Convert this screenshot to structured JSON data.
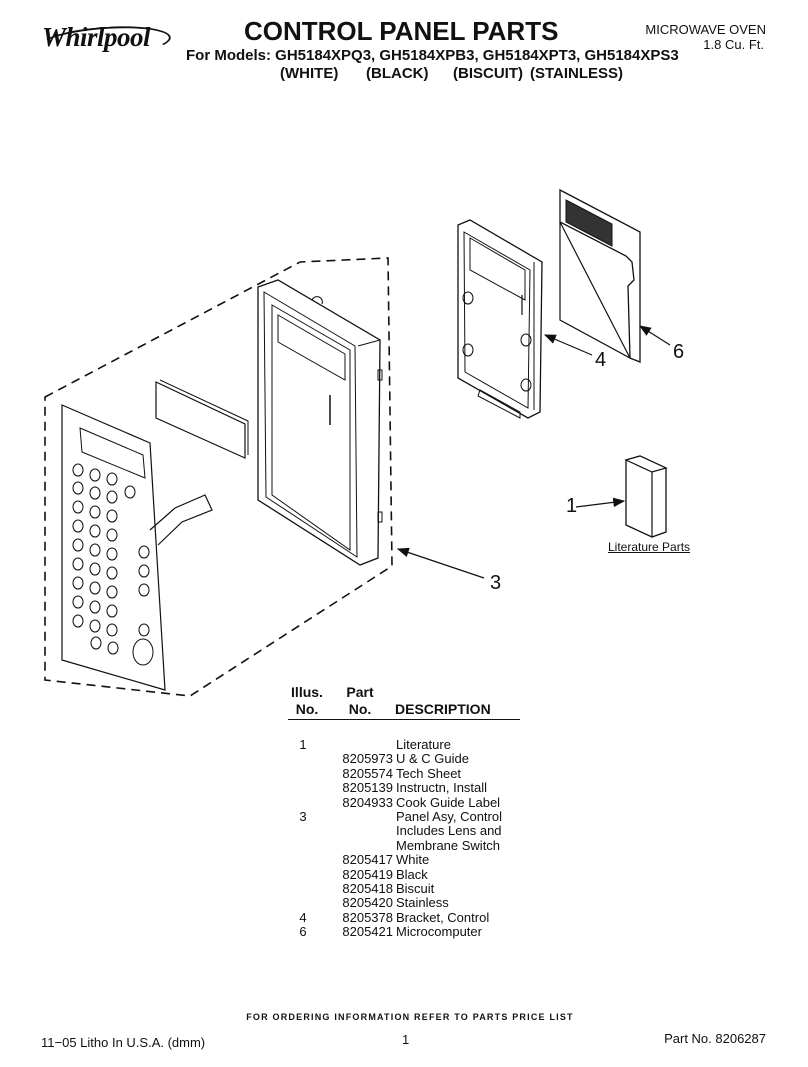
{
  "brand": "Whirlpool",
  "title": "CONTROL PANEL PARTS",
  "models_line": "For Models: GH5184XPQ3, GH5184XPB3, GH5184XPT3, GH5184XPS3",
  "finishes": [
    "(WHITE)",
    "(BLACK)",
    "(BISCUIT)",
    "(STAINLESS)"
  ],
  "product": {
    "name": "MICROWAVE OVEN",
    "size": "1.8 Cu. Ft."
  },
  "callouts": [
    "1",
    "3",
    "4",
    "6"
  ],
  "literature_label": "Literature Parts",
  "table": {
    "headers": {
      "illus_1": "Illus.",
      "illus_2": "No.",
      "part_1": "Part",
      "part_2": "No.",
      "description": "DESCRIPTION"
    },
    "rows": [
      {
        "illus": "1",
        "part": "",
        "desc": "Literature"
      },
      {
        "illus": "",
        "part": "8205973",
        "desc": "U & C Guide"
      },
      {
        "illus": "",
        "part": "8205574",
        "desc": "Tech Sheet"
      },
      {
        "illus": "",
        "part": "8205139",
        "desc": "Instructn, Install"
      },
      {
        "illus": "",
        "part": "8204933",
        "desc": "Cook Guide Label"
      },
      {
        "illus": "3",
        "part": "",
        "desc": "Panel Asy, Control"
      },
      {
        "illus": "",
        "part": "",
        "desc": "Includes Lens and"
      },
      {
        "illus": "",
        "part": "",
        "desc": "Membrane Switch"
      },
      {
        "illus": "",
        "part": "8205417",
        "desc": "White"
      },
      {
        "illus": "",
        "part": "8205419",
        "desc": "Black"
      },
      {
        "illus": "",
        "part": "8205418",
        "desc": "Biscuit"
      },
      {
        "illus": "",
        "part": "8205420",
        "desc": "Stainless"
      },
      {
        "illus": "4",
        "part": "8205378",
        "desc": "Bracket, Control"
      },
      {
        "illus": "6",
        "part": "8205421",
        "desc": "Microcomputer"
      }
    ]
  },
  "ordering_note": "FOR ORDERING INFORMATION REFER TO PARTS PRICE LIST",
  "footer": {
    "litho": "11−05 Litho In U.S.A. (dmm)",
    "page": "1",
    "part_no": "Part No. 8206287"
  }
}
